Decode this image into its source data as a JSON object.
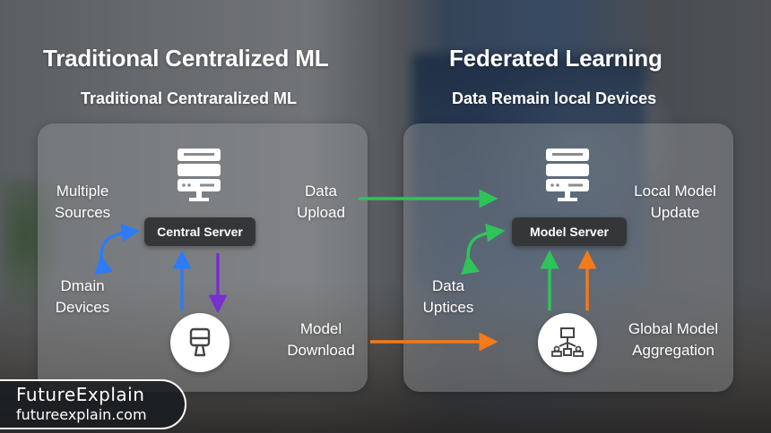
{
  "left": {
    "title": "Traditional Centralized ML",
    "subtitle": "Traditional Centraralized ML",
    "server_label": "Central Server",
    "labels": {
      "multiple_sources": [
        "Multiple",
        "Sources"
      ],
      "domain_devices": [
        "Dmain",
        "Devices"
      ]
    },
    "server_icon": "server-icon",
    "device_icon": "desktop-monitor-icon"
  },
  "right": {
    "title": "Federated Learning",
    "subtitle": "Data Remain local Devices",
    "server_label": "Model Server",
    "labels": {
      "local_model_update": [
        "Local Model",
        "Update"
      ],
      "data_uptices": [
        "Data",
        "Uptices"
      ],
      "global_model_aggregation": [
        "Global Model",
        "Aggregation"
      ]
    },
    "server_icon": "server-icon",
    "device_icon": "network-hierarchy-icon"
  },
  "middle": {
    "data_upload": [
      "Data",
      "Upload"
    ],
    "model_download": [
      "Model",
      "Download"
    ]
  },
  "colors": {
    "blue": "#2f7bf5",
    "purple": "#7a2fd0",
    "green": "#2ec45a",
    "orange": "#f47a1a",
    "pill_bg": "#353638"
  },
  "branding": {
    "name": "FutureExplain",
    "url": "futureexplain.com"
  }
}
